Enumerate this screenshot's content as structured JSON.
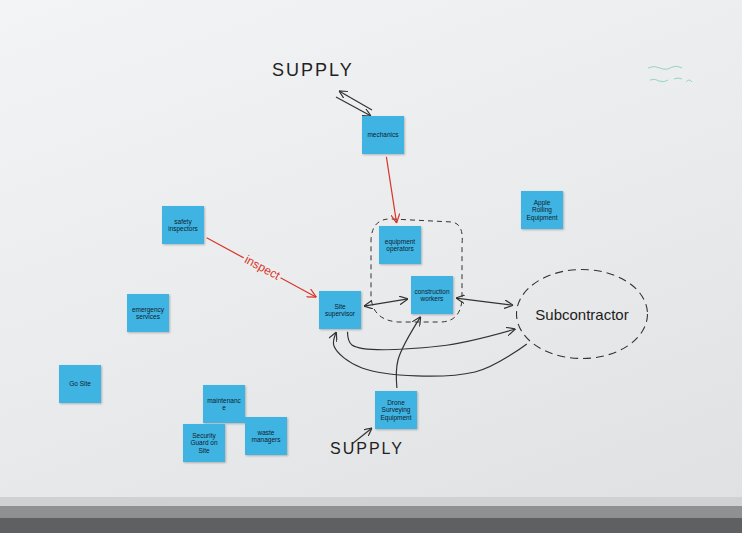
{
  "diagram": {
    "nodes": [
      {
        "text": [
          "mechanics"
        ]
      },
      {
        "text": [
          "Apple Rolling Equipment"
        ]
      },
      {
        "text": [
          "safety inspectors"
        ]
      },
      {
        "text": [
          "equipment operators"
        ]
      },
      {
        "text": [
          "Site supervisor"
        ]
      },
      {
        "text": [
          "construction workers"
        ]
      },
      {
        "text": [
          "Subcontractor"
        ]
      },
      {
        "text": [
          "emergency services"
        ]
      },
      {
        "text": [
          "Go Site"
        ]
      },
      {
        "text": [
          "Drone Surveying Equipment"
        ]
      },
      {
        "text": [
          "maintenance"
        ]
      },
      {
        "text": [
          "waste managers"
        ]
      },
      {
        "text": [
          "Security Guard on Site"
        ]
      }
    ],
    "edges": [
      {
        "from": 0,
        "to": 3,
        "arrow": "to"
      },
      {
        "from": 2,
        "to": 4,
        "label": "inspect",
        "arrow": "to"
      },
      {
        "from": 4,
        "to": 5,
        "arrow": "both"
      },
      {
        "from": 5,
        "to": 6,
        "arrow": "both"
      },
      {
        "from": 4,
        "to": 6,
        "arrow": "to"
      },
      {
        "from": 6,
        "to": 4,
        "arrow": "to"
      },
      {
        "from": 9,
        "to": 5,
        "arrow": "to"
      }
    ],
    "labels": [
      "SUPPLY",
      "SUPPLY"
    ]
  }
}
